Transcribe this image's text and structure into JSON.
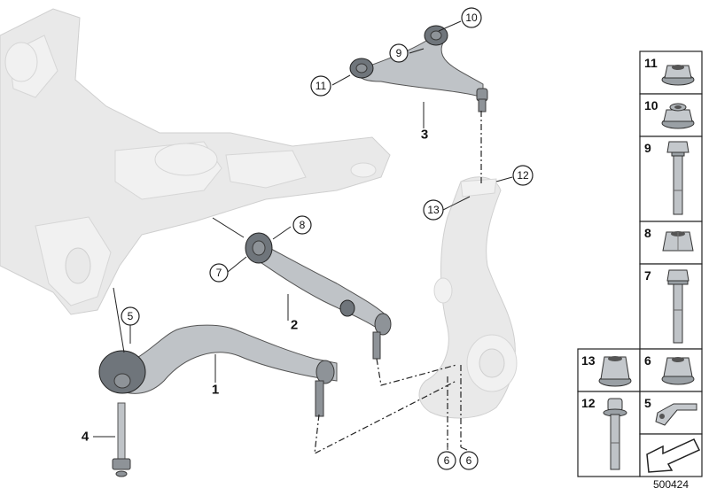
{
  "diagram": {
    "callouts_plain": [
      {
        "id": "c1",
        "text": "1"
      },
      {
        "id": "c2",
        "text": "2"
      },
      {
        "id": "c3",
        "text": "3"
      },
      {
        "id": "c4",
        "text": "4"
      }
    ],
    "callouts_circled": [
      {
        "id": "c5",
        "text": "5"
      },
      {
        "id": "c6a",
        "text": "6"
      },
      {
        "id": "c6b",
        "text": "6"
      },
      {
        "id": "c7",
        "text": "7"
      },
      {
        "id": "c8",
        "text": "8"
      },
      {
        "id": "c9",
        "text": "9"
      },
      {
        "id": "c10",
        "text": "10"
      },
      {
        "id": "c11",
        "text": "11"
      },
      {
        "id": "c12",
        "text": "12"
      },
      {
        "id": "c13",
        "text": "13"
      }
    ]
  },
  "parts_panel": {
    "cells": [
      {
        "id": "p11",
        "number": "11",
        "part": "hex-flange-nut"
      },
      {
        "id": "p10",
        "number": "10",
        "part": "self-locking-nut"
      },
      {
        "id": "p9",
        "number": "9",
        "part": "hex-bolt"
      },
      {
        "id": "p8",
        "number": "8",
        "part": "hex-nut"
      },
      {
        "id": "p7",
        "number": "7",
        "part": "hex-bolt"
      },
      {
        "id": "p13",
        "number": "13",
        "part": "hex-collar-nut"
      },
      {
        "id": "p6",
        "number": "6",
        "part": "hex-flange-nut"
      },
      {
        "id": "p12",
        "number": "12",
        "part": "torx-bolt"
      },
      {
        "id": "p5",
        "number": "5",
        "part": "clip-bracket"
      },
      {
        "id": "pnav",
        "number": "",
        "part": "arrow-icon"
      }
    ]
  },
  "catalog_number": "500424"
}
